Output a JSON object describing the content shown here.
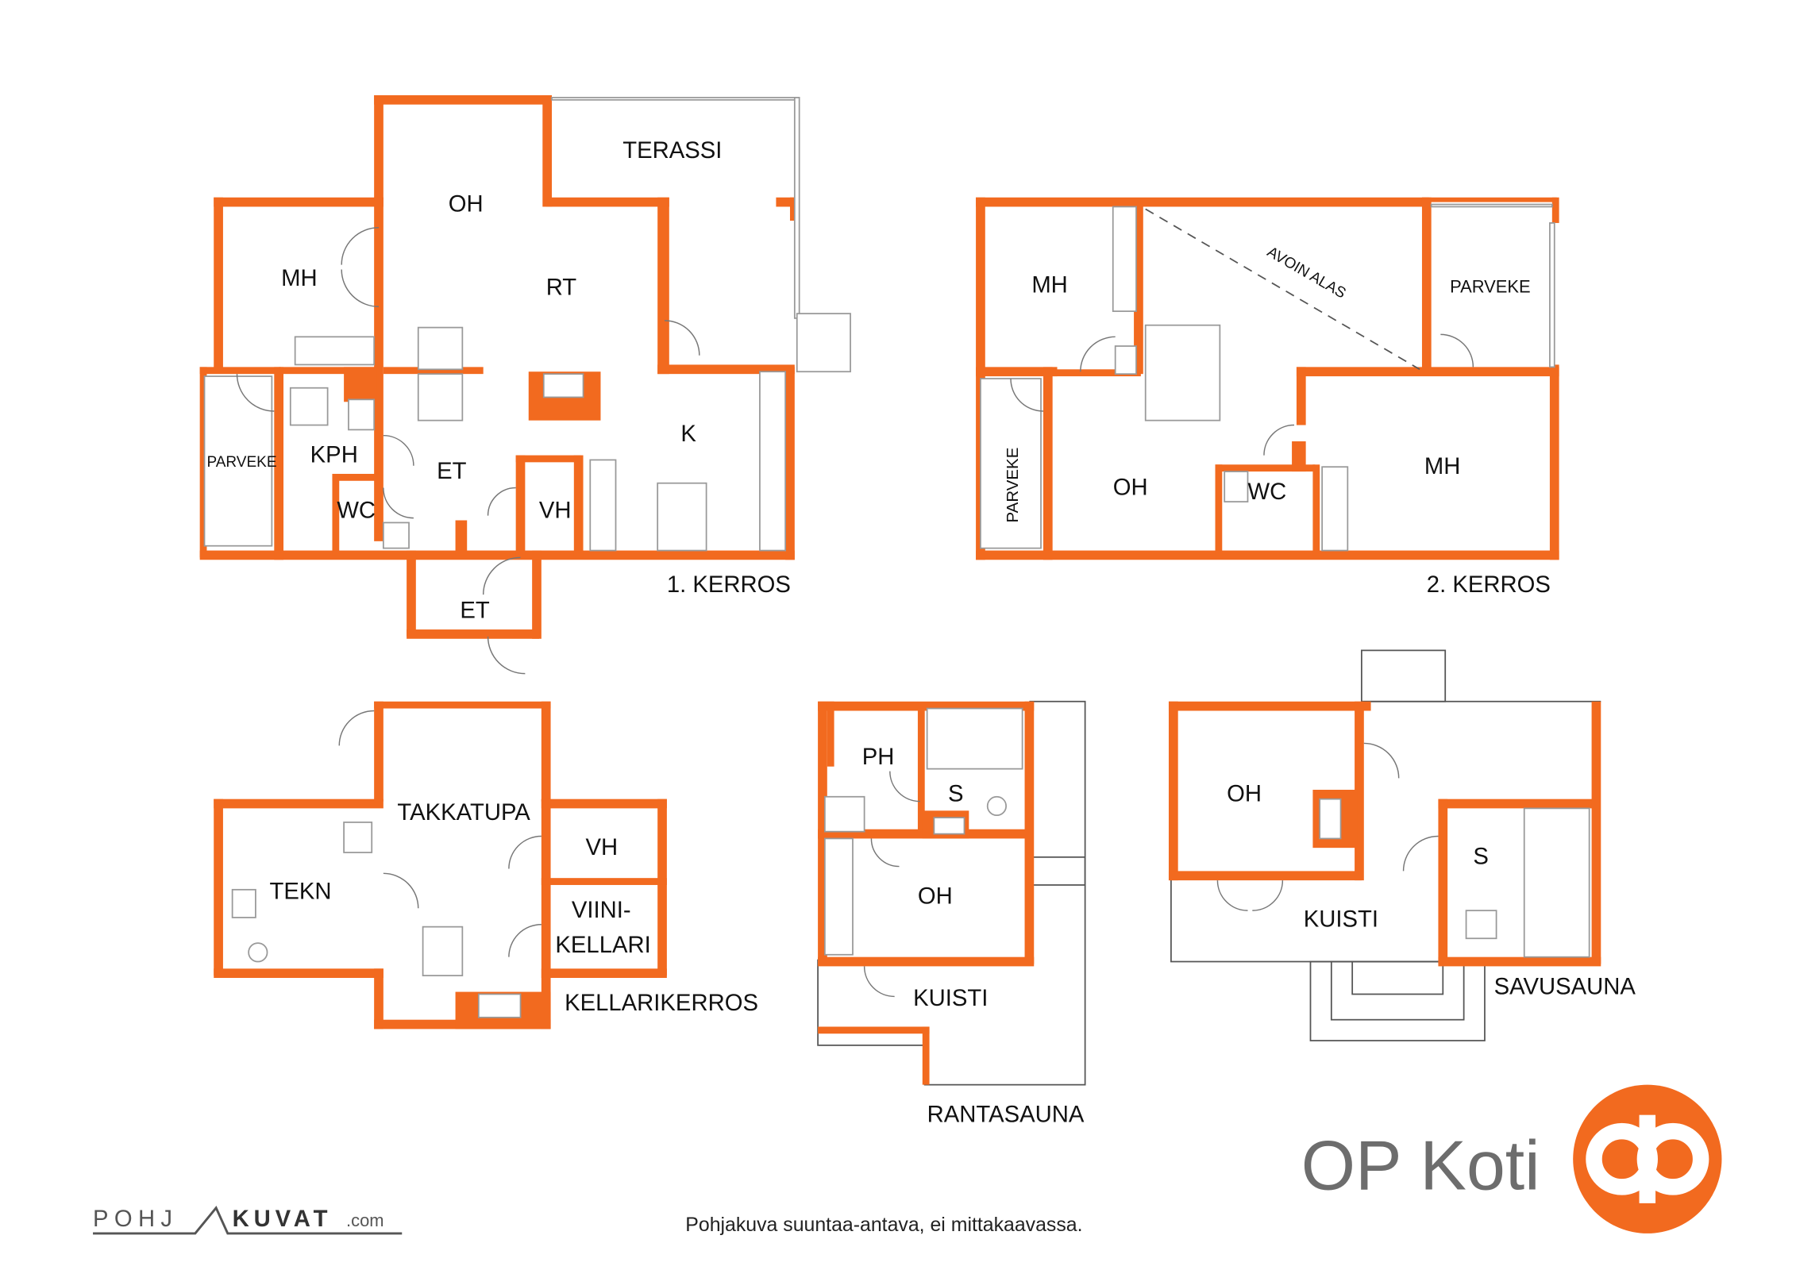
{
  "colors": {
    "accent": "#f26a1f",
    "wall_text": "#111111",
    "brand_grey": "#6d6d6d",
    "line_grey": "#999999"
  },
  "floor1": {
    "caption": "1. KERROS",
    "rooms": {
      "terassi": "TERASSI",
      "oh": "OH",
      "rt": "RT",
      "mh": "MH",
      "kph": "KPH",
      "parveke": "PARVEKE",
      "wc": "WC",
      "et": "ET",
      "vh": "VH",
      "k": "K",
      "et_entry": "ET"
    }
  },
  "floor2": {
    "caption": "2. KERROS",
    "rooms": {
      "mh_left": "MH",
      "avoin_alas": "AVOIN ALAS",
      "parveke_right": "PARVEKE",
      "parveke_left": "PARVEKE",
      "oh": "OH",
      "wc": "WC",
      "mh_right": "MH"
    }
  },
  "basement": {
    "caption": "KELLARIKERROS",
    "rooms": {
      "takkatupa": "TAKKATUPA",
      "tekn": "TEKN",
      "vh": "VH",
      "viini_line1": "VIINI-",
      "viini_line2": "KELLARI"
    }
  },
  "rantasauna": {
    "caption": "RANTASAUNA",
    "rooms": {
      "ph": "PH",
      "s": "S",
      "oh": "OH",
      "kuisti": "KUISTI"
    }
  },
  "savusauna": {
    "caption": "SAVUSAUNA",
    "rooms": {
      "oh": "OH",
      "kuisti": "KUISTI",
      "s": "S"
    }
  },
  "footer": {
    "disclaimer": "Pohjakuva suuntaa-antava, ei mittakaavassa.",
    "pohjakuvat_left": "POHJ",
    "pohjakuvat_right": "KUVAT",
    "pohjakuvat_domain": ".com",
    "brand": "OP Koti",
    "brand_logo_icon": "op-logo-icon"
  }
}
